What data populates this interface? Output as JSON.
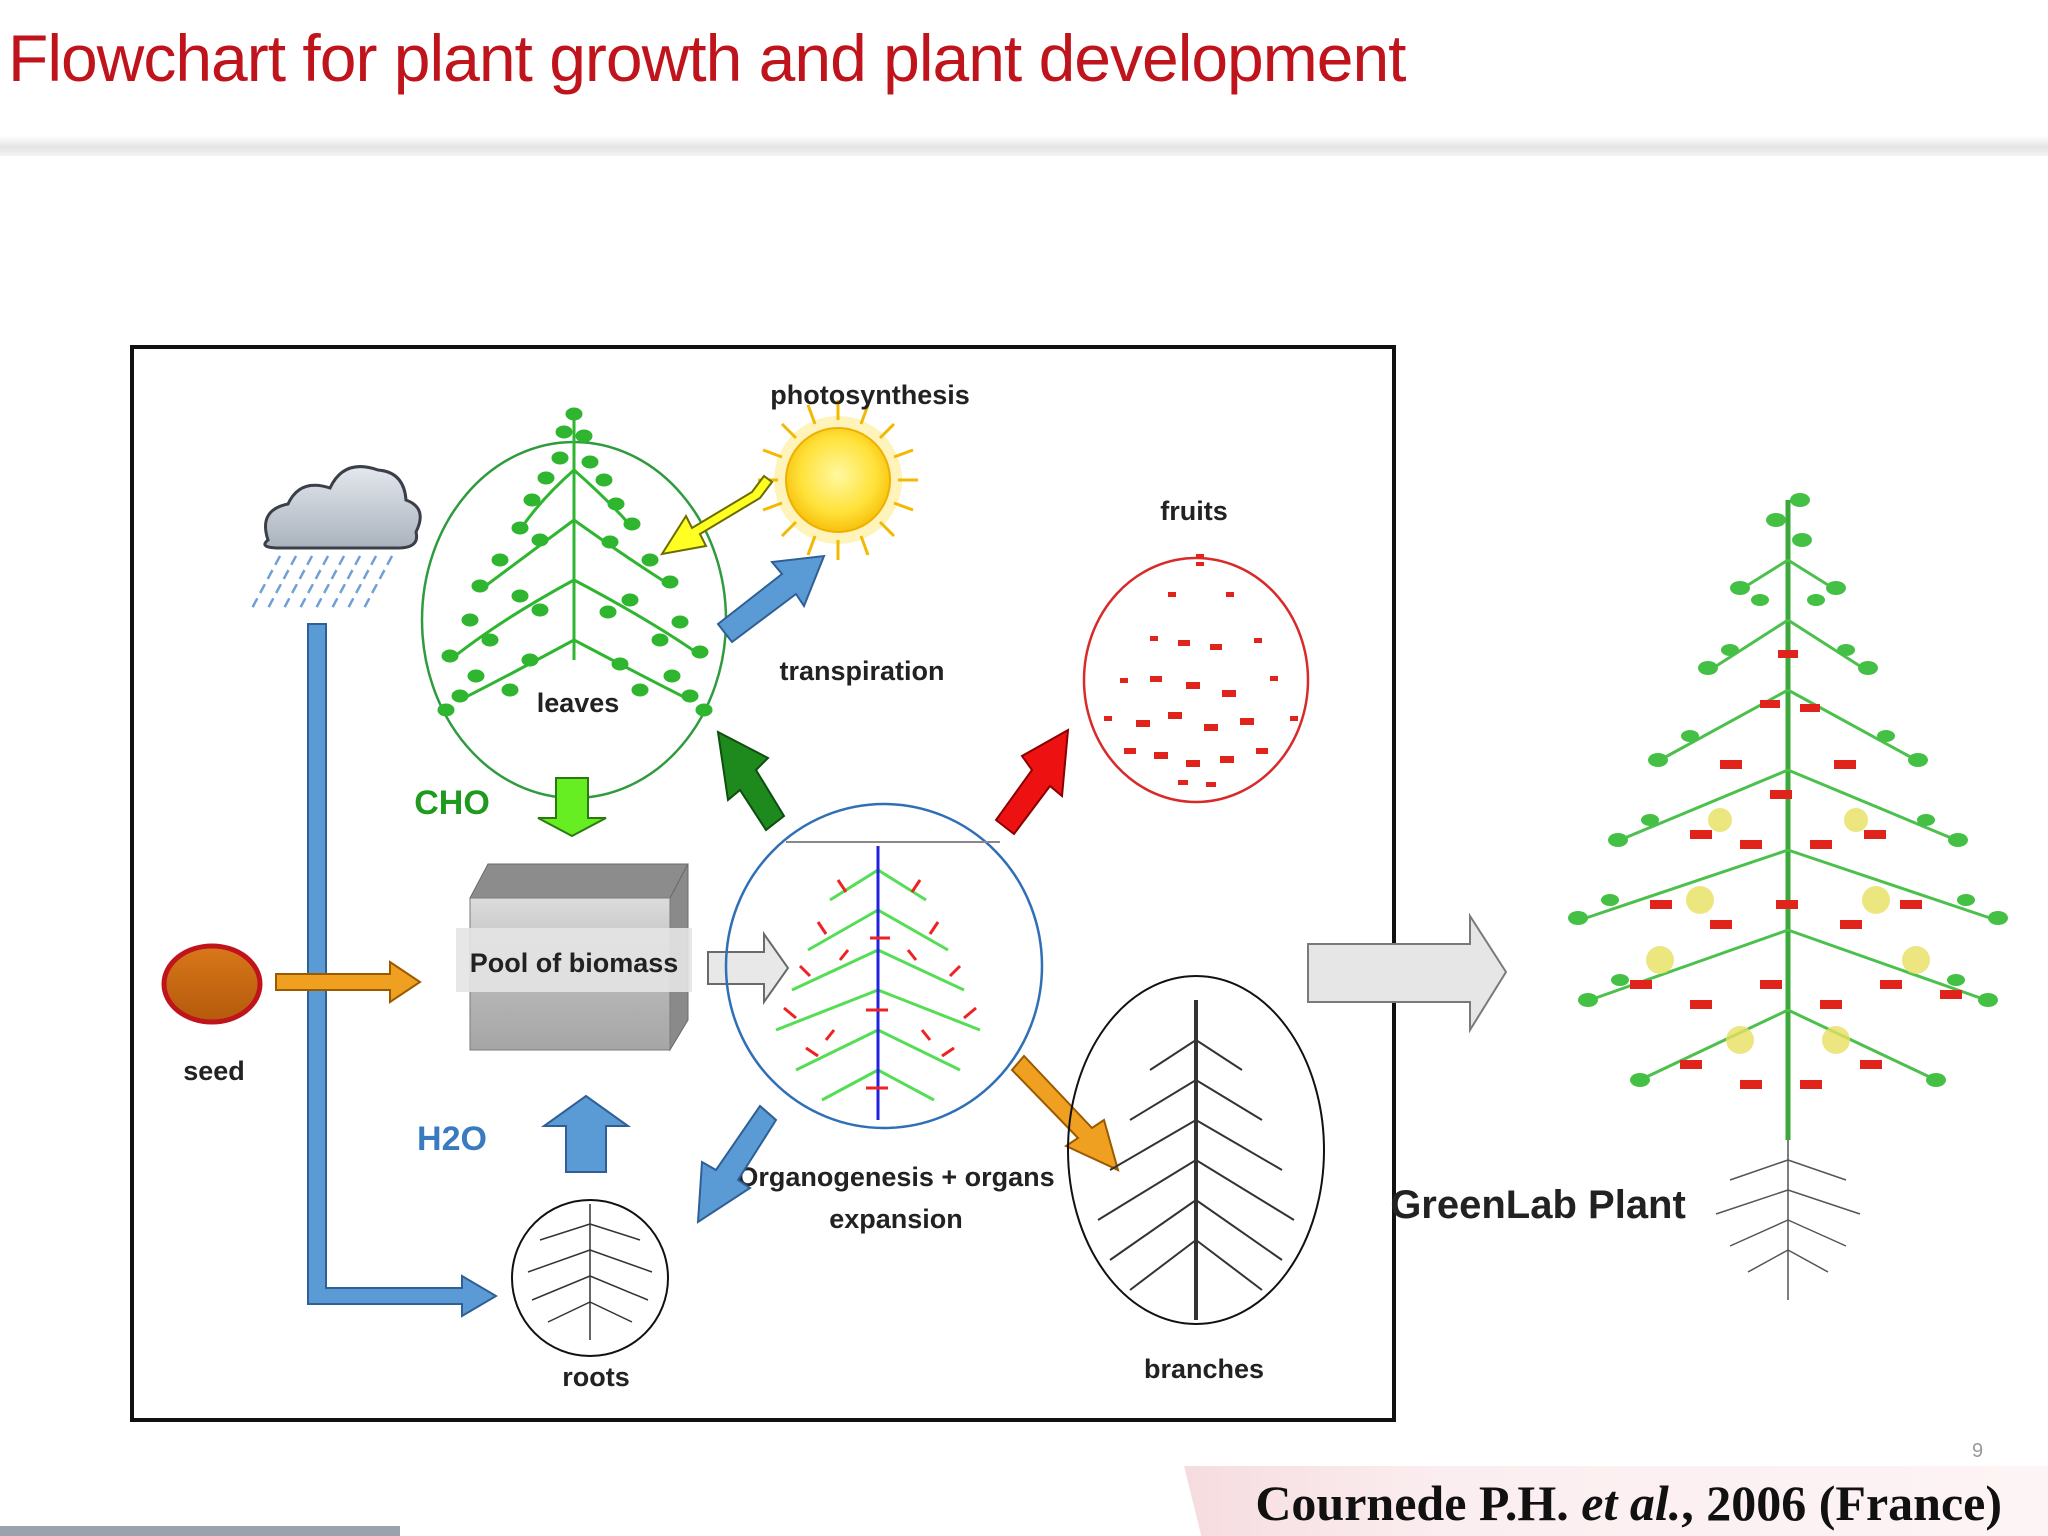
{
  "slide": {
    "title": "Flowchart for plant growth and plant development",
    "page_number": "9"
  },
  "citation": {
    "authors": "Cournede P.H.",
    "etal": "et al.",
    "rest": ", 2006 (France)"
  },
  "diagram": {
    "labels": {
      "photosynthesis": "photosynthesis",
      "transpiration": "transpiration",
      "leaves": "leaves",
      "fruits": "fruits",
      "cho": "CHO",
      "pool": "Pool of biomass",
      "seed": "seed",
      "h2o": "H2O",
      "organogenesis_line1": "Organogenesis + organs",
      "organogenesis_line2": "expansion",
      "branches": "branches",
      "roots": "roots",
      "greenlab": "GreenLab Plant"
    },
    "colors": {
      "title_red": "#c0141c",
      "leaf_green": "#2fb52f",
      "fruit_red": "#e0241c",
      "cho_green": "#1f9a1f",
      "h2o_blue": "#3a7bbf",
      "water_pipe_blue": "#5b9bd5",
      "seed_brown": "#c8660e",
      "sun_yellow": "#ffd21a",
      "arrow_orange": "#f0a020",
      "arrow_dark_green": "#1e8a1e",
      "arrow_red": "#ee1111",
      "arrow_light_green": "#66ee22"
    },
    "icons": [
      "cloud-rain-icon",
      "sun-icon",
      "seed-icon",
      "biomass-box-icon"
    ]
  }
}
